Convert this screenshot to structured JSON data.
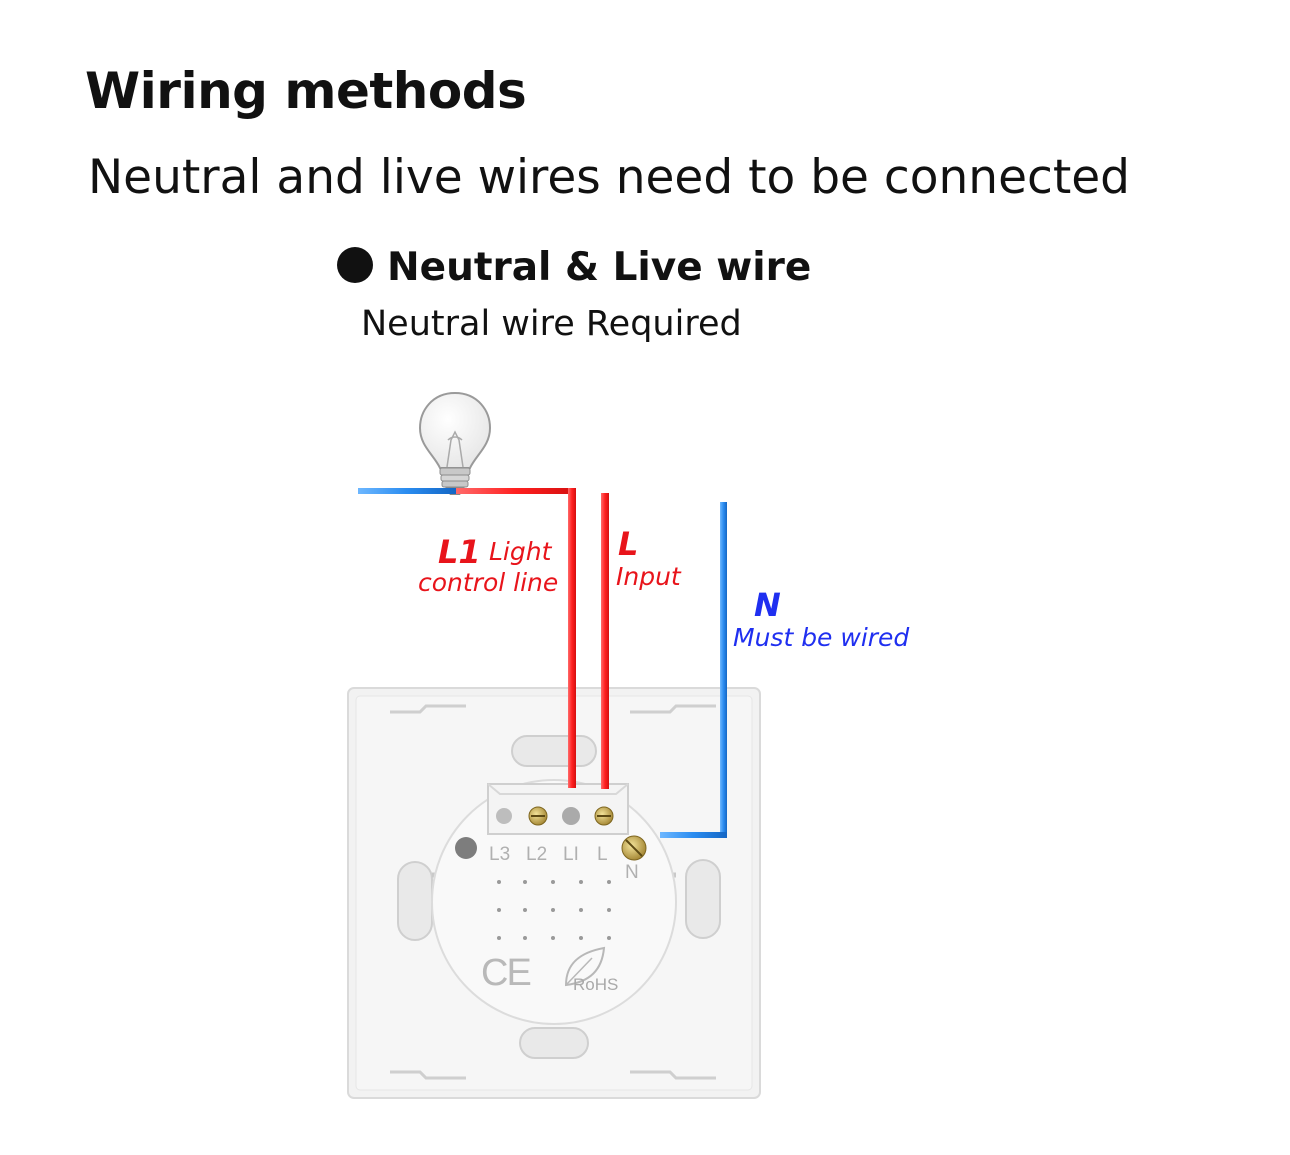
{
  "header": {
    "title": "Wiring methods",
    "subtitle": "Neutral and live wires need to be connected"
  },
  "section": {
    "title": "Neutral & Live wire",
    "subtitle": "Neutral wire Required"
  },
  "labels": {
    "l1_code": "L1",
    "l1_desc_1": "Light",
    "l1_desc_2": "control line",
    "l_code": "L",
    "l_desc": "Input",
    "n_code": "N",
    "n_desc": "Must be wired"
  },
  "terminals": [
    "L3",
    "L2",
    "LI",
    "L"
  ],
  "terminal_n": "N",
  "marks": {
    "ce": "CE",
    "rohs": "RoHS"
  },
  "colors": {
    "live_wire": "#ff2a2a",
    "neutral_wire": "#2a8cf0",
    "live_label": "#e8141b",
    "neutral_label": "#1f2ff0"
  }
}
